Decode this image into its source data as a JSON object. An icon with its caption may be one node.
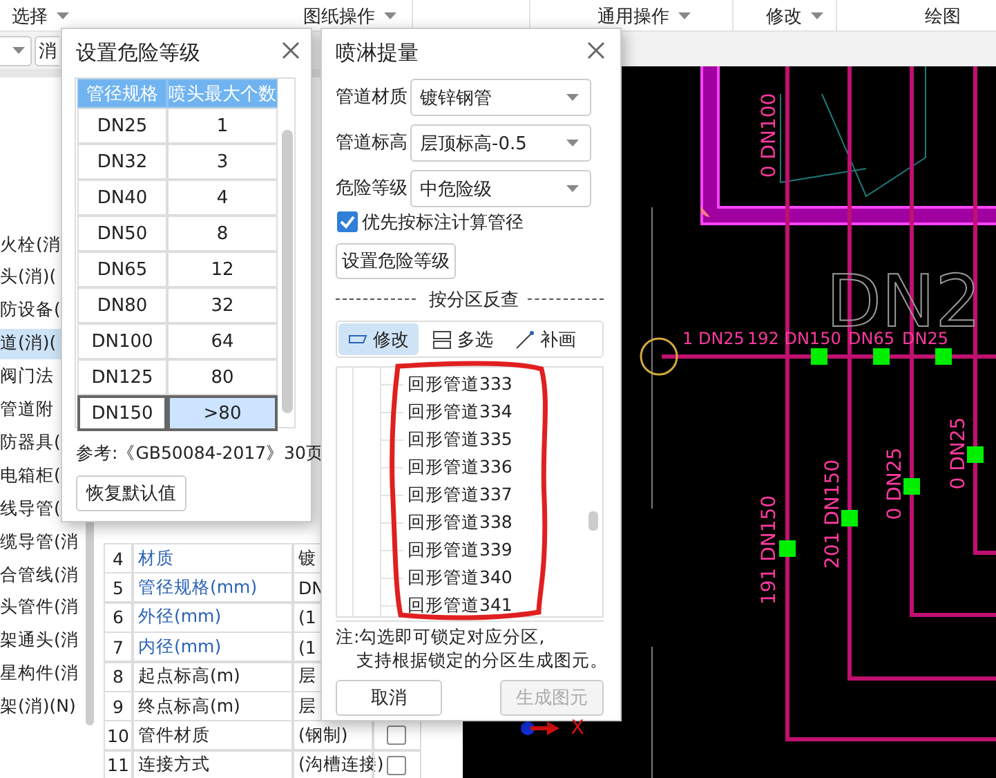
{
  "diagram": {
    "labels": [
      "选择",
      "图纸操作",
      "通用操作",
      "修改",
      "绘图",
      "消",
      "设置危险等级",
      "管径规格",
      "喷头最大个数",
      "DN25",
      "1",
      "DN32",
      "3",
      "DN40",
      "4",
      "DN50",
      "8",
      "DN65",
      "12",
      "DN80",
      "32",
      "DN100",
      "64",
      "DN125",
      "80",
      "DN150",
      ">80",
      "参考:《GB50084-2017》30页",
      "恢复默认值",
      "喷淋提量",
      "管道材质",
      "镀锌钢管",
      "管道标高",
      "层顶标高-0.5",
      "危险等级",
      "中危险级",
      "优先按标注计算管径",
      "设置危险等级",
      "按分区反查",
      "修改",
      "多选",
      "补画",
      "回形管道333",
      "回形管道334",
      "回形管道335",
      "回形管道336",
      "回形管道337",
      "回形管道338",
      "回形管道339",
      "回形管道340",
      "回形管道341",
      "注:勾选即可锁定对应分区,",
      "支持根据锁定的分区生成图元。",
      "取消",
      "生成图元",
      "火栓(消",
      "头(消)(",
      "防设备(",
      "道(消)(",
      "阀门法",
      "管道附",
      "防器具(",
      "电箱柜(",
      "线导管(",
      "缆导管(消",
      "合管线(消",
      "头管件(消",
      "架通头(消",
      "星构件(消",
      "架(消)(N)",
      "4",
      "材质",
      "镀",
      "5",
      "管径规格(mm)",
      "DN",
      "6",
      "外径(mm)",
      "(1",
      "7",
      "内径(mm)",
      "(1",
      "8",
      "起点标高(m)",
      "层",
      "9",
      "终点标高(m)",
      "层",
      "10",
      "管件材质",
      "(钢制)",
      "11",
      "连接方式",
      "(沟槽连接)",
      "0 DN100",
      "1 DN25",
      "192 DN150",
      "DN65",
      "DN25",
      "191 DN150",
      "201 DN150",
      "0 DN25",
      "0 DN25",
      "X",
      "DN2"
    ]
  }
}
